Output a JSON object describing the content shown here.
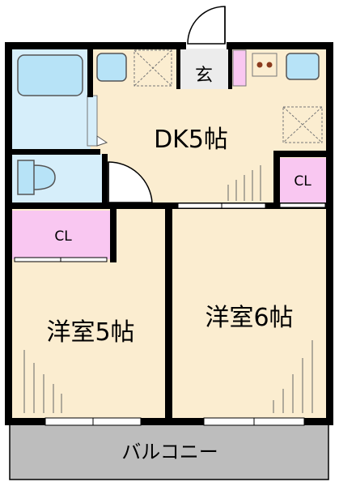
{
  "rooms": {
    "dk": "DK5帖",
    "western1": "洋室5帖",
    "western2": "洋室6帖",
    "closet1": "CL",
    "closet2": "CL",
    "entrance": "玄",
    "balcony": "バルコニー"
  },
  "colors": {
    "wall": "#000000",
    "floor": "#fbedd0",
    "closet": "#f9c7f1",
    "wet_area": "#d6eefa",
    "fixture": "#b7e3f7",
    "entrance": "#ececec",
    "balcony": "#bdbdbd"
  }
}
